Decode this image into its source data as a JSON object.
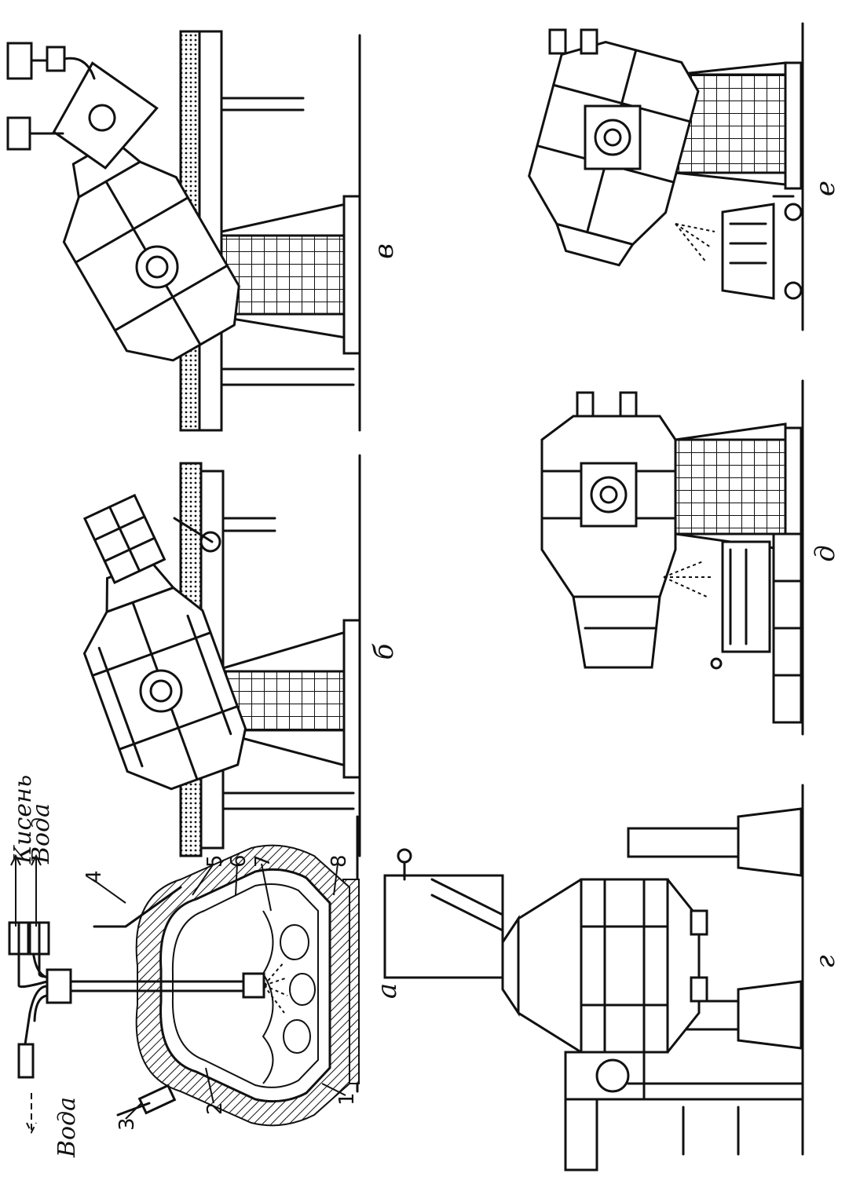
{
  "figure": {
    "panels": {
      "a": {
        "letter": "а"
      },
      "b": {
        "letter": "б"
      },
      "v": {
        "letter": "в"
      },
      "g": {
        "letter": "г"
      },
      "d": {
        "letter": "д"
      },
      "e": {
        "letter": "е"
      }
    },
    "flows": {
      "oxygen_in": "Кисень",
      "water_in": "Вода",
      "water_out": "Вода"
    },
    "callouts": [
      "1",
      "2",
      "3",
      "4",
      "5",
      "6",
      "7",
      "8"
    ]
  }
}
